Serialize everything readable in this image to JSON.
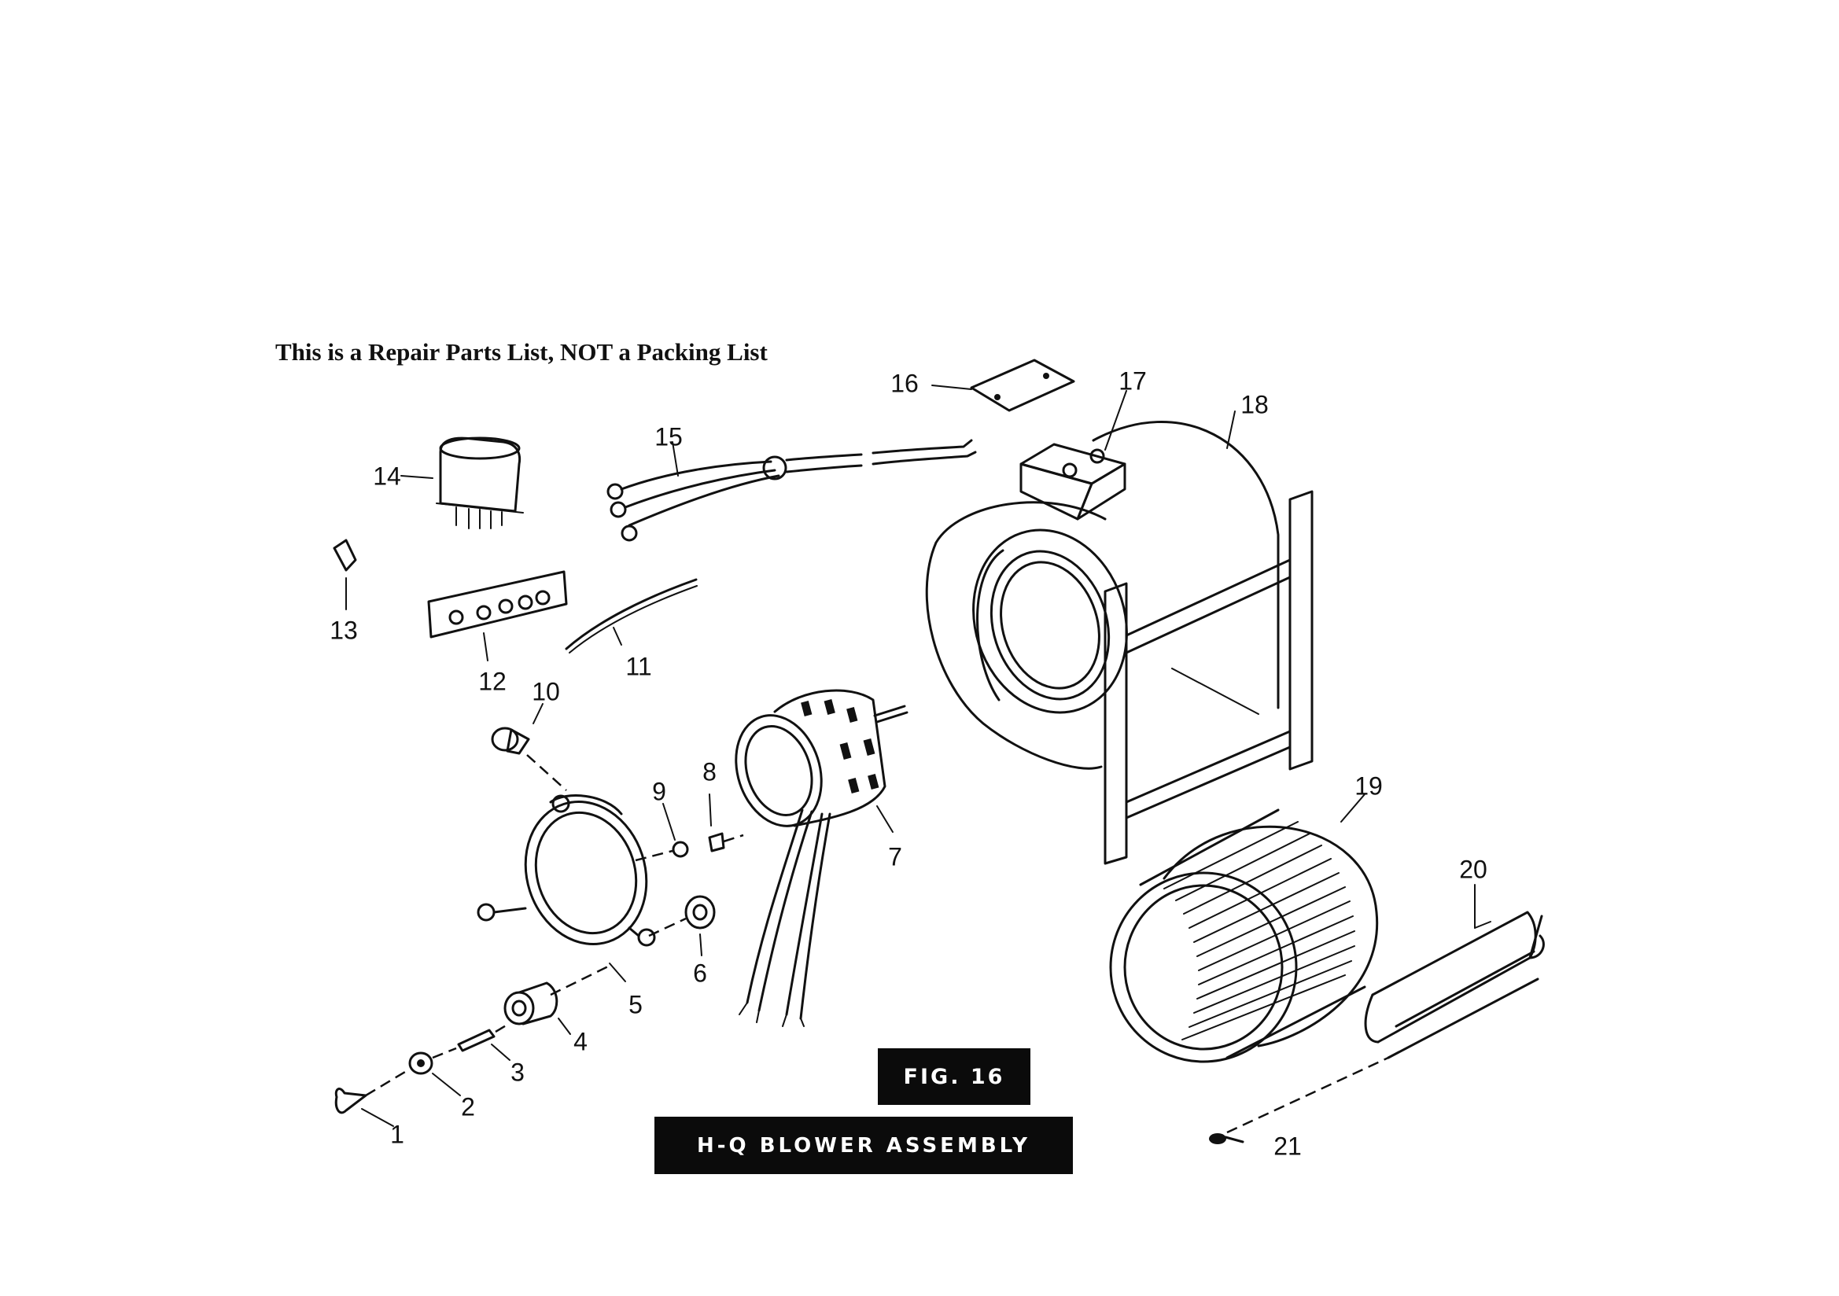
{
  "header": {
    "note": "This is a Repair Parts List, NOT a Packing List"
  },
  "figure": {
    "number_label": "FIG. 16",
    "title": "H-Q BLOWER ASSEMBLY"
  },
  "callouts": [
    {
      "id": "1",
      "label": "1"
    },
    {
      "id": "2",
      "label": "2"
    },
    {
      "id": "3",
      "label": "3"
    },
    {
      "id": "4",
      "label": "4"
    },
    {
      "id": "5",
      "label": "5"
    },
    {
      "id": "6",
      "label": "6"
    },
    {
      "id": "7",
      "label": "7"
    },
    {
      "id": "8",
      "label": "8"
    },
    {
      "id": "9",
      "label": "9"
    },
    {
      "id": "10",
      "label": "10"
    },
    {
      "id": "11",
      "label": "11"
    },
    {
      "id": "12",
      "label": "12"
    },
    {
      "id": "13",
      "label": "13"
    },
    {
      "id": "14",
      "label": "14"
    },
    {
      "id": "15",
      "label": "15"
    },
    {
      "id": "16",
      "label": "16"
    },
    {
      "id": "17",
      "label": "17"
    },
    {
      "id": "18",
      "label": "18"
    },
    {
      "id": "19",
      "label": "19"
    },
    {
      "id": "20",
      "label": "20"
    },
    {
      "id": "21",
      "label": "21"
    }
  ]
}
